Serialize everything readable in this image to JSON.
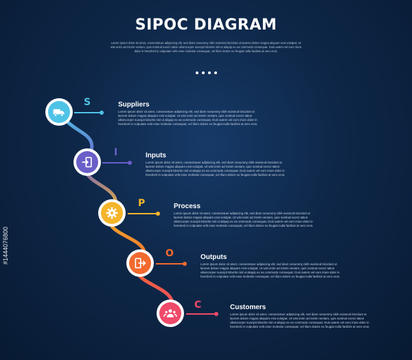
{
  "header": {
    "title": "SIPOC DIAGRAM",
    "subtitle": "Lorem ipsum dolor sit amet, consectetuer adipiscing elit, sed diam nonummy nibh euismod tincidunt ut laoreet dolore magna aliquam erat volutpat. Ut wisi enim ad minim veniam, quis nostrud exerci tation ullamcorper suscipit lobortis nisl ut aliquip ex ea commodo consequat. Duis autem vel eum iriure dolor in hendrerit in vulputate velit esse molestie consequat, vel illum dolore eu feugiat nulla facilisis at vero eros."
  },
  "steps": [
    {
      "letter": "S",
      "title": "Suppliers",
      "color": "#4fc3e6",
      "icon": "truck-icon",
      "desc": "Lorem ipsum dolor sit amet, consectetuer adipiscing elit, sed diam nonummy nibh euismod tincidunt ut laoreet dolore magna aliquam erat volutpat. Ut wisi enim ad minim veniam, quis nostrud exerci tation ullamcorper suscipit lobortis nisl ut aliquip ex ea commodo consequat. Duis autem vel eum iriure dolor in hendrerit in vulputate velit esse molestie consequat, vel illum dolore eu feugiat nulla facilisis at vero eros."
    },
    {
      "letter": "I",
      "title": "Inputs",
      "color": "#6a5fc8",
      "icon": "input-arrow-icon",
      "desc": "Lorem ipsum dolor sit amet, consectetuer adipiscing elit, sed diam nonummy nibh euismod tincidunt ut laoreet dolore magna aliquam erat volutpat. Ut wisi enim ad minim veniam, quis nostrud exerci tation ullamcorper suscipit lobortis nisl ut aliquip ex ea commodo consequat. Duis autem vel eum iriure dolor in hendrerit in vulputate velit esse molestie consequat, vel illum dolore eu feugiat nulla facilisis at vero eros."
    },
    {
      "letter": "P",
      "title": "Process",
      "color": "#f4b52b",
      "icon": "gear-icon",
      "desc": "Lorem ipsum dolor sit amet, consectetuer adipiscing elit, sed diam nonummy nibh euismod tincidunt ut laoreet dolore magna aliquam erat volutpat. Ut wisi enim ad minim veniam, quis nostrud exerci tation ullamcorper suscipit lobortis nisl ut aliquip ex ea commodo consequat. Duis autem vel eum iriure dolor in hendrerit in vulputate velit esse molestie consequat, vel illum dolore eu feugiat nulla facilisis at vero eros."
    },
    {
      "letter": "O",
      "title": "Outputs",
      "color": "#f26a2e",
      "icon": "output-arrow-icon",
      "desc": "Lorem ipsum dolor sit amet, consectetuer adipiscing elit, sed diam nonummy nibh euismod tincidunt ut laoreet dolore magna aliquam erat volutpat. Ut wisi enim ad minim veniam, quis nostrud exerci tation ullamcorper suscipit lobortis nisl ut aliquip ex ea commodo consequat. Duis autem vel eum iriure dolor in hendrerit in vulputate velit esse molestie consequat, vel illum dolore eu feugiat nulla facilisis at vero eros."
    },
    {
      "letter": "C",
      "title": "Customers",
      "color": "#ef4a6a",
      "icon": "users-icon",
      "desc": "Lorem ipsum dolor sit amet, consectetuer adipiscing elit, sed diam nonummy nibh euismod tincidunt ut laoreet dolore magna aliquam erat volutpat. Ut wisi enim ad minim veniam, quis nostrud exerci tation ullamcorper suscipit lobortis nisl ut aliquip ex ea commodo consequat. Duis autem vel eum iriure dolor in hendrerit in vulputate velit esse molestie consequat, vel illum dolore eu feugiat nulla facilisis at vero eros."
    }
  ],
  "watermark": "#1444076800"
}
